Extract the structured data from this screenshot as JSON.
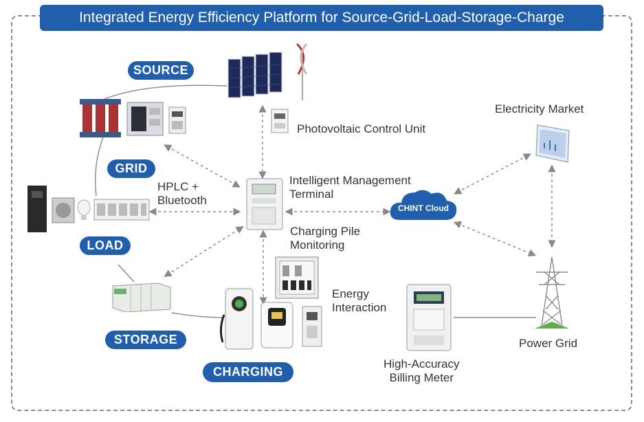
{
  "title": "Integrated Energy Efficiency Platform for Source-Grid-Load-Storage-Charge",
  "categories": {
    "source": "SOURCE",
    "grid": "GRID",
    "load": "LOAD",
    "storage": "STORAGE",
    "charging": "CHARGING"
  },
  "nodes": {
    "pv_control_unit": "Photovoltaic Control Unit",
    "terminal_line1": "Intelligent Management",
    "terminal_line2": "Terminal",
    "hplc_line1": "HPLC +",
    "hplc_line2": "Bluetooth",
    "charging_monitor_line1": "Charging Pile",
    "charging_monitor_line2": "Monitoring",
    "energy_line1": "Energy",
    "energy_line2": "Interaction",
    "meter_line1": "High-Accuracy",
    "meter_line2": "Billing Meter",
    "electricity_market": "Electricity Market",
    "cloud": "CHINT Cloud",
    "power_grid": "Power Grid"
  },
  "colors": {
    "primary": "#1f5fae",
    "text": "#333333",
    "line": "#888888"
  },
  "icons": [
    "solar-panel-icon",
    "wind-turbine-icon",
    "transformer-icon",
    "switchgear-icon",
    "pv-control-unit-icon",
    "management-terminal-icon",
    "cloud-icon",
    "market-screen-icon",
    "pylon-icon",
    "meter-icon",
    "charging-station-icon",
    "storage-container-icon",
    "household-load-icon",
    "breaker-row-icon"
  ]
}
